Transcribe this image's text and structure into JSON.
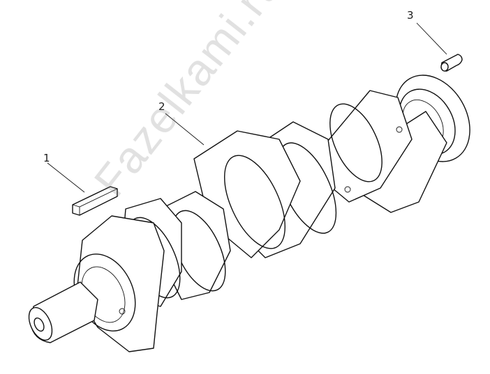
{
  "callouts": [
    {
      "label": "1",
      "part": "key"
    },
    {
      "label": "2",
      "part": "crankshaft"
    },
    {
      "label": "3",
      "part": "dowel-pin"
    }
  ],
  "watermark": "Fazelkami.ru",
  "colors": {
    "line": "#111111",
    "background": "#ffffff",
    "watermark": "#787878"
  }
}
